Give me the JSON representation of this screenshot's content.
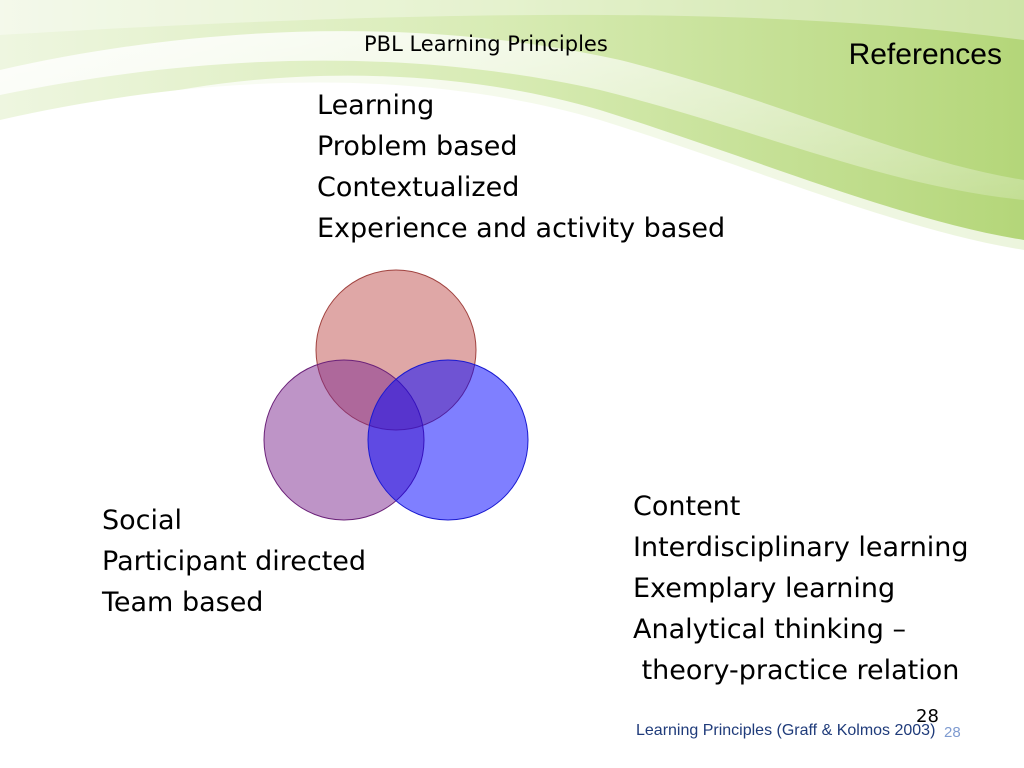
{
  "slide": {
    "subtitle": "PBL Learning Principles",
    "heading": "References",
    "page_number": "28",
    "footer_text": "Learning Principles (Graff & Kolmos 2003)",
    "footer_number": "28"
  },
  "learning": {
    "lines": [
      "Learning",
      "Problem based",
      "Contextualized",
      "Experience and activity based"
    ]
  },
  "social": {
    "lines": [
      "Social",
      "Participant directed",
      "Team based"
    ]
  },
  "content": {
    "lines": [
      "Content",
      "Interdisciplinary learning",
      "Exemplary learning",
      "Analytical thinking –",
      " theory-practice relation"
    ]
  },
  "colors": {
    "top_circle": "#c0504d",
    "left_circle": "#7e2a8f",
    "right_circle": "#0000ff",
    "footer_text": "#1f3b7a",
    "swoosh_green": "#b5d77f"
  }
}
